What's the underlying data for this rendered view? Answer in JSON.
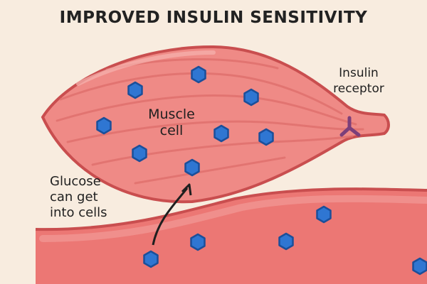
{
  "diagram": {
    "title": "IMPROVED INSULIN SENSITIVITY",
    "muscle_label": [
      "Muscle",
      "cell"
    ],
    "receptor_label": [
      "Insulin",
      "receptor"
    ],
    "glucose_label": [
      "Glucose",
      "can get",
      "into cells"
    ]
  },
  "colors": {
    "background": "#f8ecdf",
    "muscle_fill": "#ef8a86",
    "muscle_stroke": "#c94e4f",
    "vessel_fill": "#ec7774",
    "glucose_fill": "#2f76d2",
    "glucose_stroke": "#1b4f9a",
    "receptor": "#7c3f7a",
    "arrow": "#1f1f1f"
  },
  "icons": {
    "glucose": "hexagon-molecule",
    "receptor": "y-shaped-receptor"
  },
  "glucose_counts": {
    "in_muscle_cell": 8,
    "in_blood_vessel": 5
  }
}
